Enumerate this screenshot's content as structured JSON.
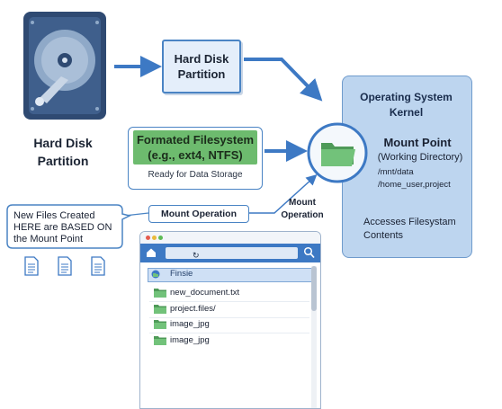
{
  "hard_disk": {
    "caption_line1": "Hard Disk",
    "caption_line2": "Partition",
    "icon": "hard-disk-icon"
  },
  "partition_box": {
    "line1": "Hard Disk",
    "line2": "Partition"
  },
  "filesystem_box": {
    "title_line1": "Formated Filesystem",
    "title_line2": "(e.g., ext4, NTFS)",
    "subtitle": "Ready for Data Storage"
  },
  "kernel": {
    "title_line1": "Operating System",
    "title_line2": "Kernel",
    "mount_point_title": "Mount Point",
    "mount_point_subtitle": "(Working Directory)",
    "path1": "/mnt/data",
    "path2": "/home_user,project",
    "access_line1": "Accesses Filesystam",
    "access_line2": "Contents"
  },
  "mount_operation_box": "Mount Operation",
  "mount_operation_label": {
    "line1": "Mount",
    "line2": "Operation"
  },
  "callout": {
    "line1": "New Files Created",
    "line2": "HERE are BASED ON",
    "line3": "the Mount Point"
  },
  "file_window": {
    "path_text": "",
    "selected_item": "Finsie",
    "files": [
      "new_document.txt",
      "project.files/",
      "image_jpg",
      "image_jpg"
    ]
  },
  "colors": {
    "accent_blue": "#3d79c4",
    "kernel_fill": "#bdd5ef",
    "filesystem_green": "#6dbb6e",
    "folder_green": "#5eb36a",
    "disk_dark": "#2f4a72"
  }
}
